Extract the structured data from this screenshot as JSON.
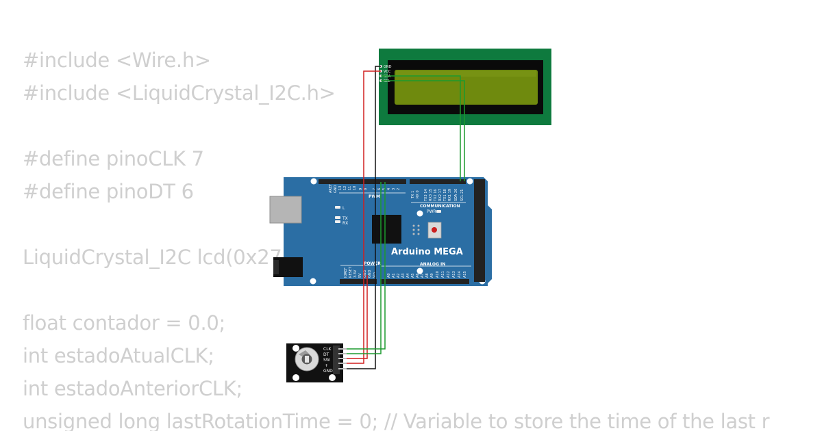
{
  "code": {
    "lines": [
      "#include <Wire.h>",
      "#include <LiquidCrystal_I2C.h>",
      "",
      "#define pinoCLK 7",
      "#define pinoDT 6",
      "",
      "LiquidCrystal_I2C lcd(0x27",
      "",
      "float contador = 0.0;",
      "int estadoAtualCLK;",
      "int estadoAnteriorCLK;",
      "unsigned long lastRotationTime = 0; // Variable to store the time of the last r"
    ]
  },
  "lcd": {
    "pins": [
      "GND",
      "VCC",
      "SDA",
      "SCL"
    ]
  },
  "arduino": {
    "name": "Arduino MEGA",
    "labels": {
      "pwm": "PWM",
      "communication": "COMMUNICATION",
      "power": "POWER",
      "analog_in": "ANALOG IN",
      "led_l": "L",
      "led_tx": "TX",
      "led_rx": "RX",
      "pwr": "PWR"
    },
    "top_pins": [
      "AREF",
      "GND",
      "13",
      "12",
      "11",
      "10",
      "9",
      "8",
      "7",
      "6",
      "5",
      "4",
      "3",
      "2",
      "TX 1",
      "RX 0",
      "TX3 14",
      "RX3 15",
      "TX2 16",
      "RX2 17",
      "TX1 18",
      "RX1 19",
      "SDA 20",
      "SCL 21"
    ],
    "power_pins": [
      "IOREF",
      "RESET",
      "3.3V",
      "5V",
      "GND",
      "GND",
      "Vin"
    ],
    "analog_pins": [
      "A0",
      "A1",
      "A2",
      "A3",
      "A4",
      "A5",
      "A6",
      "A7",
      "A8",
      "A9",
      "A10",
      "A11",
      "A12",
      "A13",
      "A14",
      "A15"
    ]
  },
  "encoder": {
    "pins": [
      "CLK",
      "DT",
      "SW",
      "+",
      "GND"
    ]
  },
  "colors": {
    "code_text": "#cfcfcf",
    "board_blue": "#2b6ea4",
    "lcd_green": "#0e7a3e",
    "lcd_screen": "#6f8a0e",
    "wire_red": "#d11f1f",
    "wire_black": "#111111",
    "wire_green": "#1c9a2e"
  }
}
